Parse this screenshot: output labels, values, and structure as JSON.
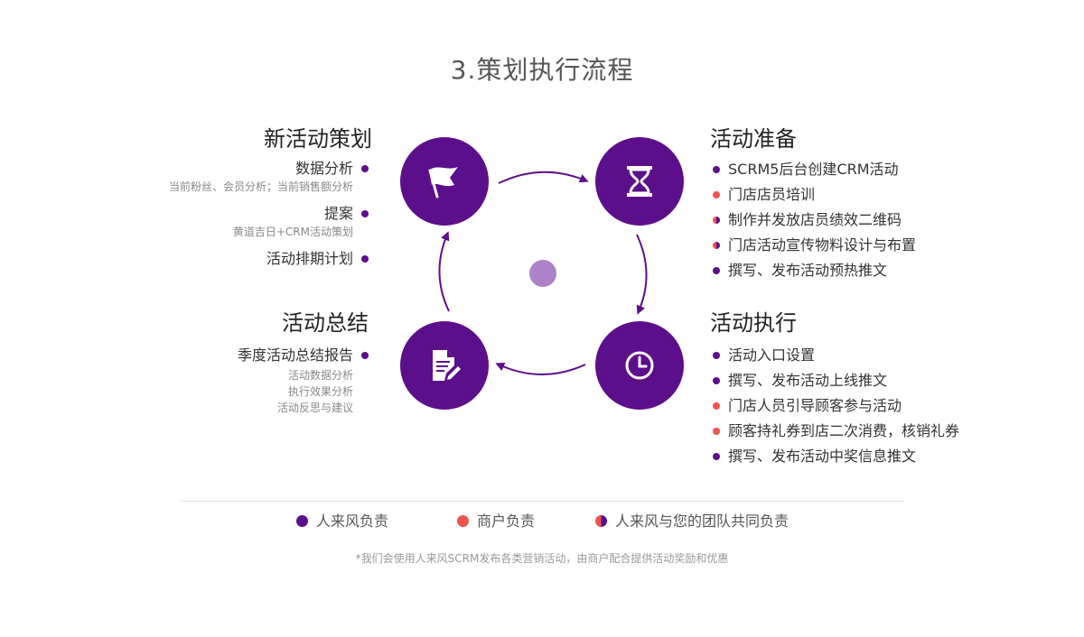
{
  "title": "3.策划执行流程",
  "sections": {
    "plan": {
      "title": "新活动策划",
      "items": [
        {
          "label": "数据分析",
          "sub": [
            "当前粉丝、会员分析；当前销售额分析"
          ]
        },
        {
          "label": "提案",
          "sub": [
            "黄道吉日+CRM活动策划"
          ]
        },
        {
          "label": "活动排期计划",
          "sub": []
        }
      ]
    },
    "prepare": {
      "title": "活动准备",
      "items": [
        {
          "label": "SCRM5后台创建CRM活动",
          "type": "purple"
        },
        {
          "label": "门店店员培训",
          "type": "red"
        },
        {
          "label": "制作并发放店员绩效二维码",
          "type": "half"
        },
        {
          "label": "门店活动宣传物料设计与布置",
          "type": "half"
        },
        {
          "label": "撰写、发布活动预热推文",
          "type": "purple"
        }
      ]
    },
    "execute": {
      "title": "活动执行",
      "items": [
        {
          "label": "活动入口设置",
          "type": "purple"
        },
        {
          "label": "撰写、发布活动上线推文",
          "type": "purple"
        },
        {
          "label": "门店人员引导顾客参与活动",
          "type": "red"
        },
        {
          "label": "顾客持礼券到店二次消费，核销礼券",
          "type": "red"
        },
        {
          "label": "撰写、发布活动中奖信息推文",
          "type": "purple"
        }
      ]
    },
    "summary": {
      "title": "活动总结",
      "items": [
        {
          "label": "季度活动总结报告",
          "sub": [
            "活动数据分析",
            "执行效果分析",
            "活动反思与建议"
          ]
        }
      ]
    }
  },
  "legend": [
    {
      "label": "人来风负责",
      "type": "purple"
    },
    {
      "label": "商户负责",
      "type": "red"
    },
    {
      "label": "人来风与您的团队共同负责",
      "type": "half"
    }
  ],
  "footnote": "*我们会使用人来风SCRM发布各类营销活动，由商户配合提供活动奖励和优惠",
  "colors": {
    "purple": "#5c0f8b",
    "red": "#ef5350",
    "center": "#ad82c8"
  }
}
